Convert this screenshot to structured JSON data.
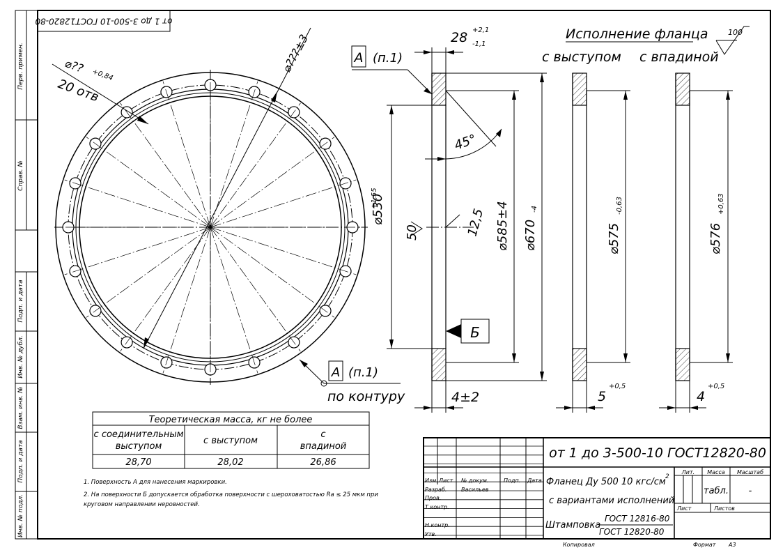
{
  "stamp_top": "от 1 до 3-500-10 ГОСТ12820-80",
  "side_labels": {
    "perv_primen": "Перв. примен.",
    "sprav": "Справ. №",
    "podp_data1": "Подп. и дата",
    "inv_dubl": "Инв. № дубл.",
    "vzam_inv": "Взам. инв. №",
    "podp_data2": "Подп. и дата",
    "inv_podl": "Инв. № подл."
  },
  "flange_view": {
    "hole_dim": "⌀??",
    "hole_tol": "+0,84",
    "hole_count": "20 отв",
    "pcd_dim": "⌀???±3"
  },
  "section": {
    "datum_a_label": "А",
    "datum_a_ref": "(п.1)",
    "thickness_dim": "28",
    "thickness_tol_up": "+2,1",
    "thickness_tol_low": "-1,1",
    "chamfer_angle": "45°",
    "bore_dim": "⌀530",
    "bore_tol": "+1,55",
    "hub_dim": "50",
    "roughness": "12,5",
    "d585": "⌀585±4",
    "d670": "⌀670",
    "d670_tol": "-4",
    "datum_b": "Б",
    "datum_a2": "А",
    "datum_a2_ref": "(п.1)",
    "contour": "по контуру",
    "raise_dim": "4±2"
  },
  "variants": {
    "title": "Исполнение фланца",
    "roughness_val": "100",
    "v1_title": "с выступом",
    "v2_title": "с впадиной",
    "v1_dim": "⌀575",
    "v1_tol": "-0,63",
    "v2_dim": "⌀576",
    "v2_tol": "+0,63",
    "v1_h": "5",
    "v1_h_tol": "+0,5",
    "v2_h": "4",
    "v2_h_tol": "+0,5"
  },
  "mass_table": {
    "title": "Теоретическая масса, кг не более",
    "headers": [
      "с соединительным выступом",
      "с выступом",
      "с впадиной"
    ],
    "values": [
      "28,70",
      "28,02",
      "26,86"
    ]
  },
  "notes": [
    "1. Поверхность А для нанесения маркировки.",
    "2. На поверхности Б допускается обработка поверхности с шероховатостью Ra ≤ 25 мкм при",
    "круговом направлении неровностей."
  ],
  "title_block": {
    "designation": "от 1 до 3-500-10 ГОСТ12820-80",
    "name_line1": "Фланец Ду 500 10 кгс/см",
    "name_sup": "2",
    "name_line2": "с вариантами исполнений",
    "material_label": "Штамповка",
    "material_std1": "ГОСТ 12816-80",
    "material_std2": "ГОСТ 12820-80",
    "lit": "Лит.",
    "massa": "Масса",
    "masshtab": "Масштаб",
    "massa_val": "табл.",
    "masshtab_val": "-",
    "list": "Лист",
    "listov": "Листов",
    "rows": {
      "izm": "Изм.",
      "list": "Лист",
      "dokum": "№ докум.",
      "podp": "Подп.",
      "data": "Дата",
      "razrab": "Разраб.",
      "razrab_name": "Васильев",
      "prov": "Пров.",
      "tkontr": "Т.контр.",
      "nkontr": "Н.контр.",
      "utv": "Утв."
    }
  },
  "footer": {
    "copied": "Копировал",
    "format": "Формат",
    "format_val": "А3"
  }
}
